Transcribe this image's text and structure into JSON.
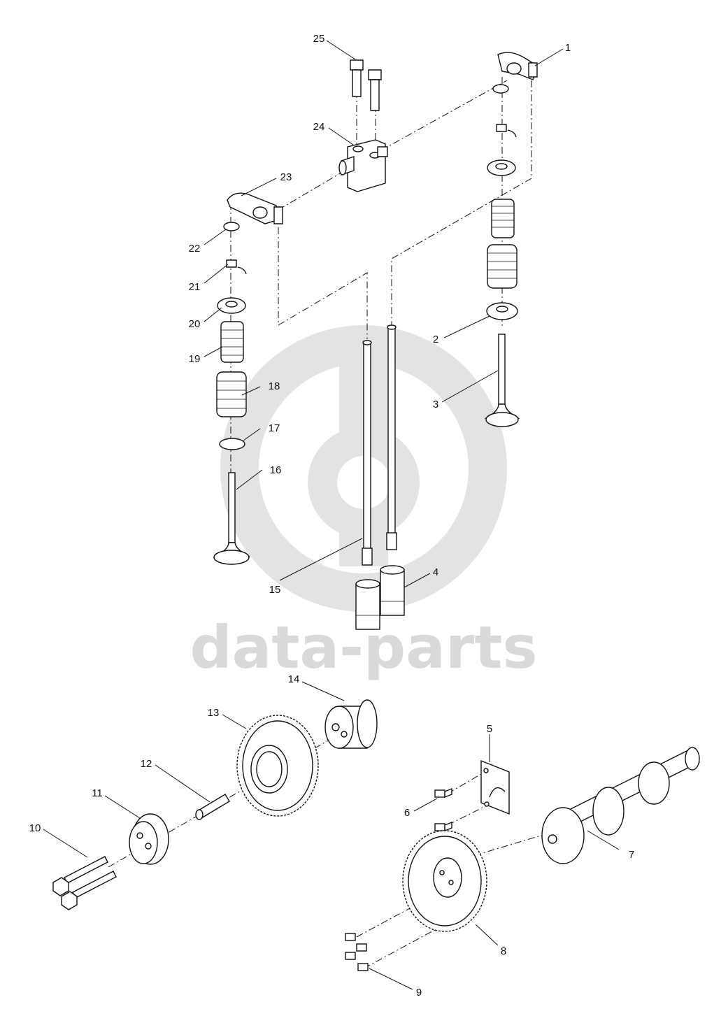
{
  "watermark": {
    "text": "data-parts",
    "logo": "data-parts-logo-icon"
  },
  "callouts": [
    {
      "id": "callout-1",
      "label": "1"
    },
    {
      "id": "callout-2",
      "label": "2"
    },
    {
      "id": "callout-3",
      "label": "3"
    },
    {
      "id": "callout-4",
      "label": "4"
    },
    {
      "id": "callout-5",
      "label": "5"
    },
    {
      "id": "callout-6",
      "label": "6"
    },
    {
      "id": "callout-7",
      "label": "7"
    },
    {
      "id": "callout-8",
      "label": "8"
    },
    {
      "id": "callout-9",
      "label": "9"
    },
    {
      "id": "callout-10",
      "label": "10"
    },
    {
      "id": "callout-11",
      "label": "11"
    },
    {
      "id": "callout-12",
      "label": "12"
    },
    {
      "id": "callout-13",
      "label": "13"
    },
    {
      "id": "callout-14",
      "label": "14"
    },
    {
      "id": "callout-15",
      "label": "15"
    },
    {
      "id": "callout-16",
      "label": "16"
    },
    {
      "id": "callout-17",
      "label": "17"
    },
    {
      "id": "callout-18",
      "label": "18"
    },
    {
      "id": "callout-19",
      "label": "19"
    },
    {
      "id": "callout-20",
      "label": "20"
    },
    {
      "id": "callout-21",
      "label": "21"
    },
    {
      "id": "callout-22",
      "label": "22"
    },
    {
      "id": "callout-23",
      "label": "23"
    },
    {
      "id": "callout-24",
      "label": "24"
    },
    {
      "id": "callout-25",
      "label": "25"
    }
  ]
}
